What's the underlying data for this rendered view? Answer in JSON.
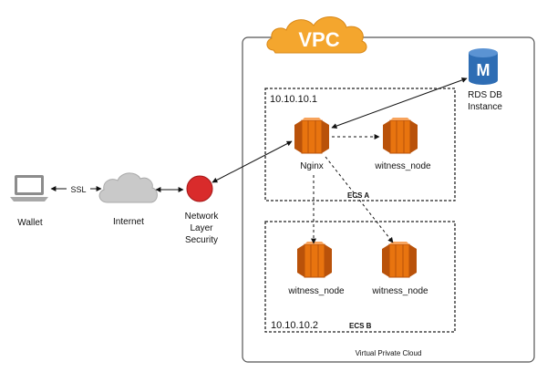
{
  "vpc": {
    "title": "VPC",
    "caption": "Virtual Private Cloud",
    "cloud_color": "#F4A62E"
  },
  "ecs_a": {
    "ip": "10.10.10.1",
    "label": "ECS A",
    "nodes": [
      "Nginx",
      "witness_node"
    ]
  },
  "ecs_b": {
    "ip": "10.10.10.2",
    "label": "ECS B",
    "nodes": [
      "witness_node",
      "witness_node"
    ]
  },
  "external": {
    "wallet": "Wallet",
    "ssl": "SSL",
    "internet": "Internet",
    "security": [
      "Network",
      "Layer",
      "Security"
    ]
  },
  "rds": {
    "letter": "M",
    "label": [
      "RDS DB",
      "Instance"
    ],
    "color": "#2E6DB4"
  },
  "colors": {
    "ec2": "#E8740F",
    "ec2_dark": "#B9520A",
    "security": "#D92B2B"
  },
  "icons": {
    "wallet": "laptop-icon",
    "internet": "cloud-icon",
    "security": "red-circle-icon",
    "rds": "database-icon",
    "ec2": "ec2-instance-icon"
  }
}
